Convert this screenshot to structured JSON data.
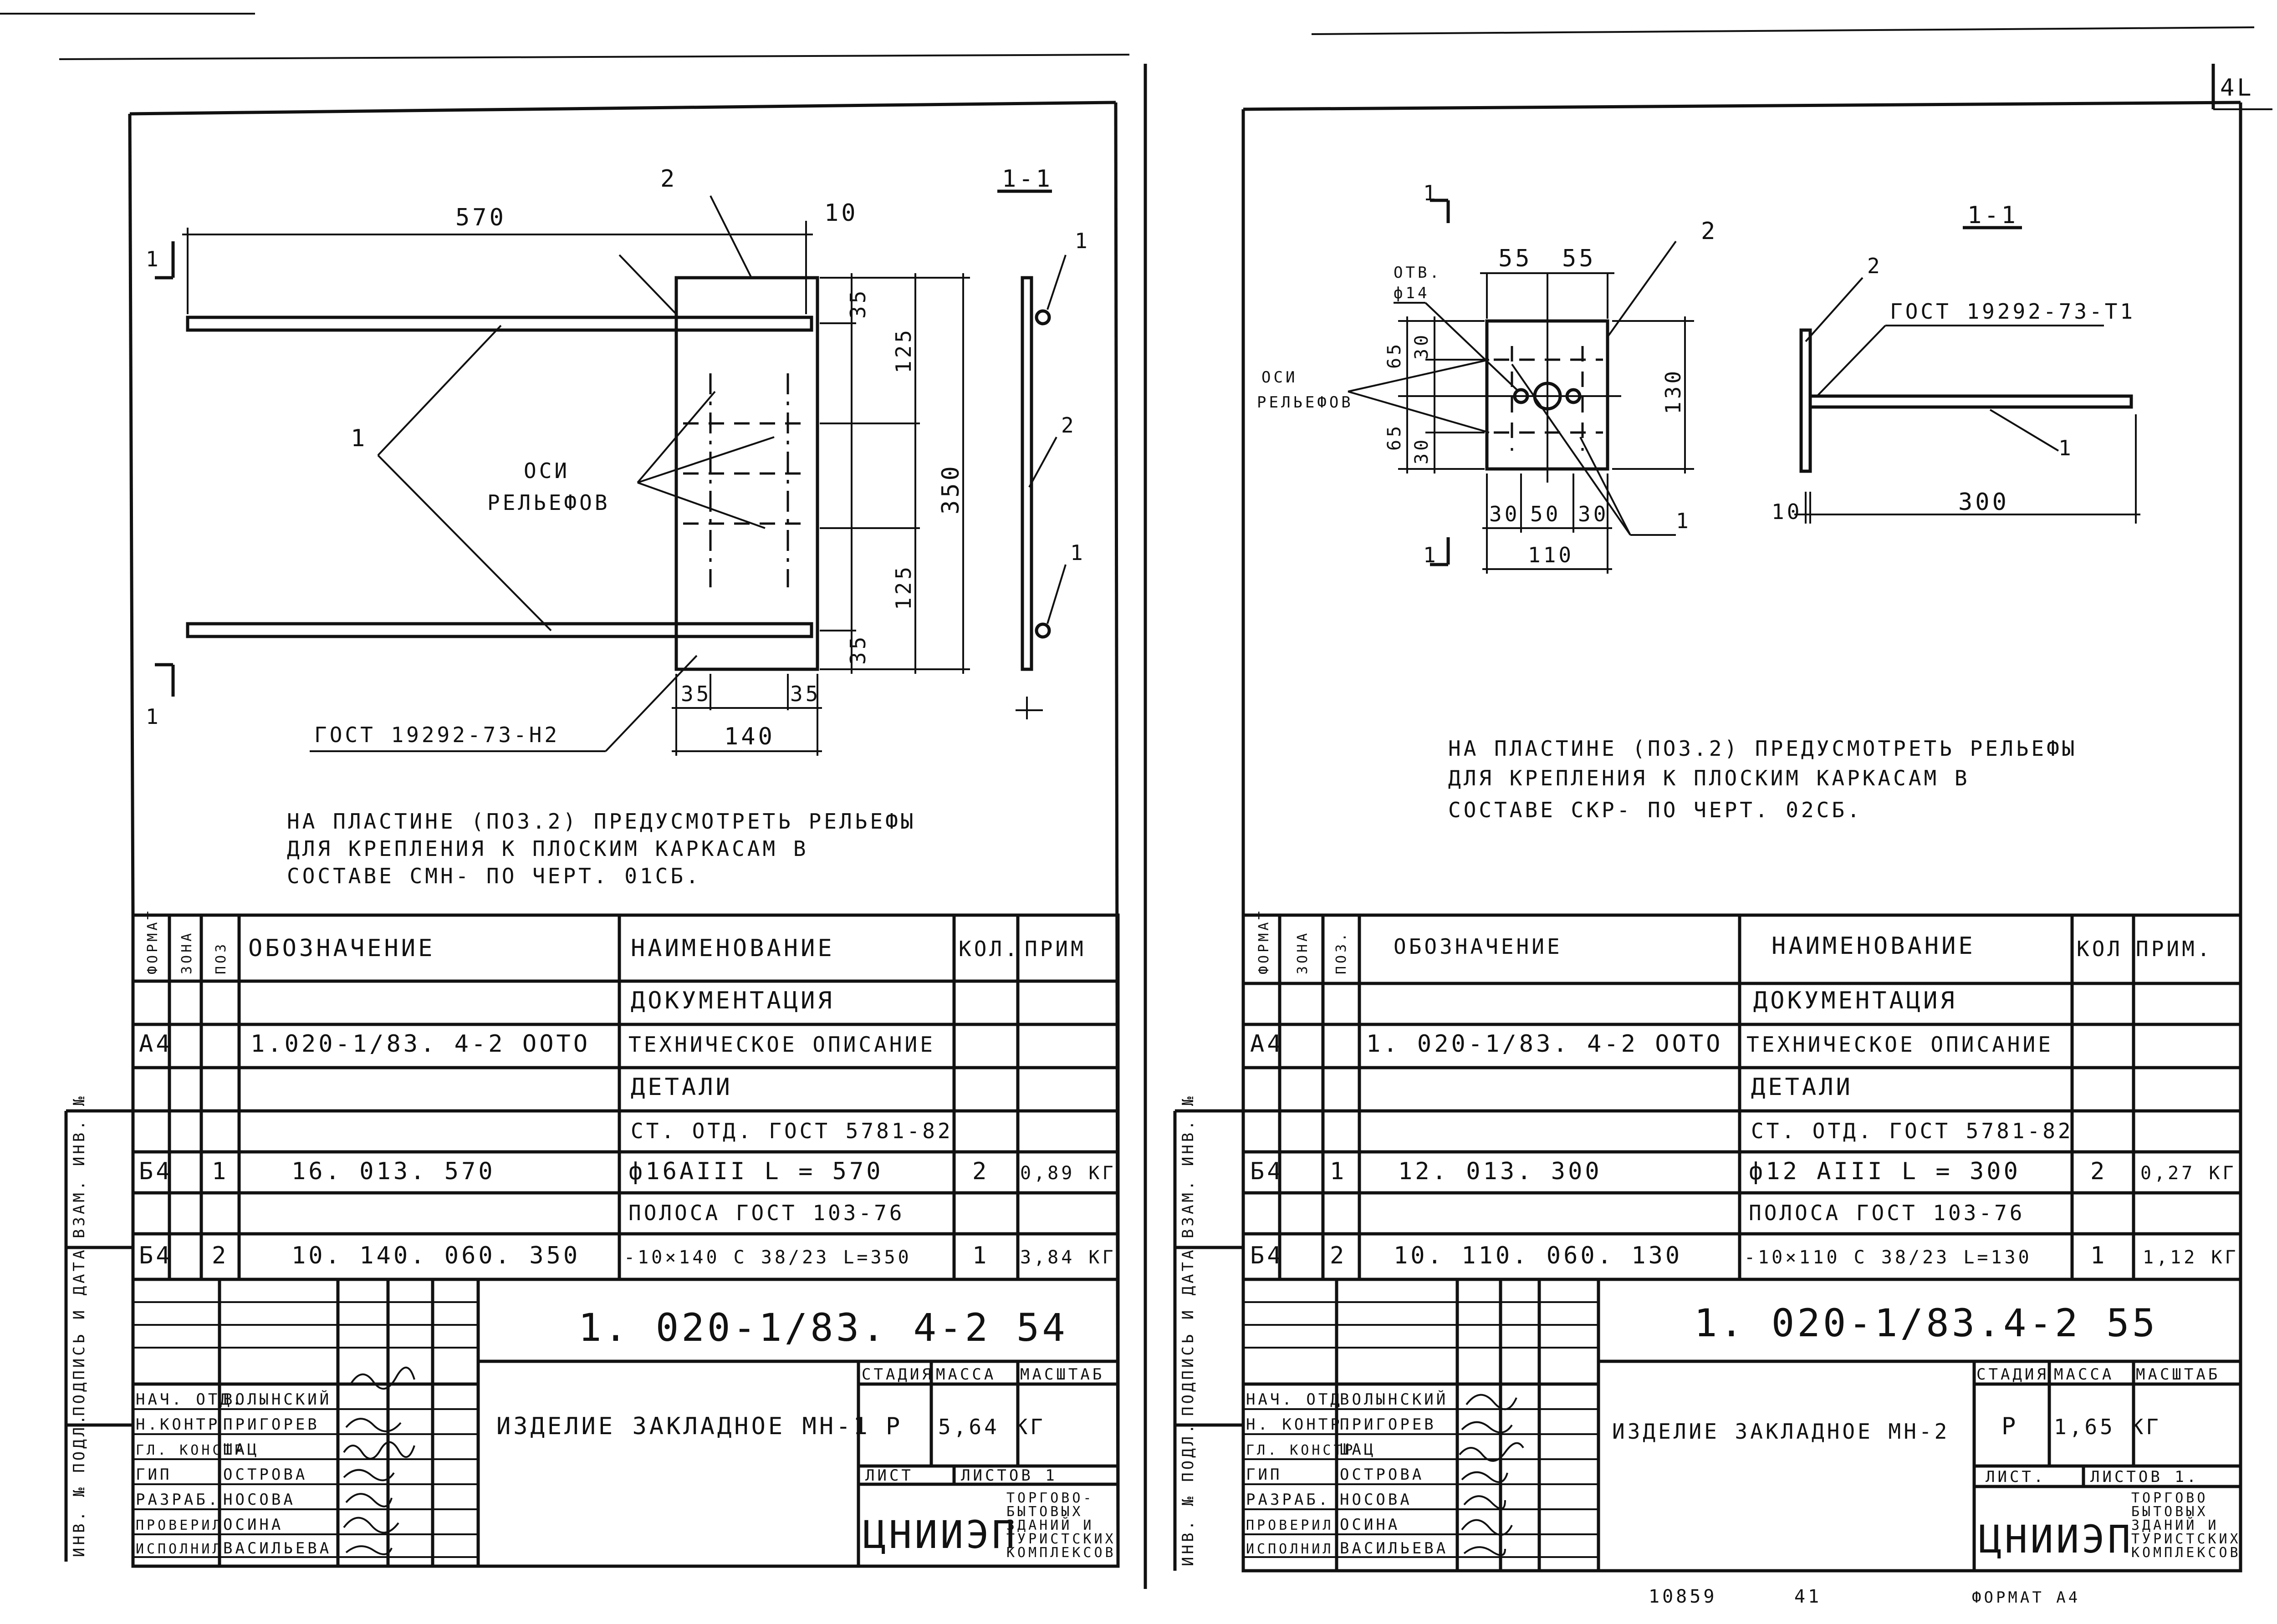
{
  "corner_page_number": "4L",
  "bottom_marks": {
    "archive_number": "10859",
    "page_number": "41",
    "format_label": "ФОРМАТ А4"
  },
  "side_stamp_labels": [
    "ВЗАМ. ИНВ. №",
    "ПОДПИСЬ И ДАТА",
    "ИНВ. № ПОДЛ."
  ],
  "sheet_left": {
    "drawing": {
      "dimensions": {
        "d570": "570",
        "d10": "10",
        "d35a": "35",
        "d125a": "125",
        "d350": "350",
        "d125b": "125",
        "d35b": "35",
        "d35c": "35",
        "d35d": "35",
        "d140": "140"
      },
      "position_labels": {
        "p2_top": "2",
        "p1_left": "1",
        "p1_side_top": "1",
        "p2_side": "2",
        "p1_side_bottom": "1"
      },
      "section_marks": {
        "top": "1",
        "bottom": "1",
        "section_title": "1-1"
      },
      "axes_label": [
        "ОСИ",
        "РЕЛЬЕФОВ"
      ],
      "gost_label": "ГОСТ 19292-73-Н2"
    },
    "note": [
      "НА ПЛАСТИНЕ (ПОЗ.2) ПРЕДУСМОТРЕТЬ РЕЛЬЕФЫ",
      "ДЛЯ КРЕПЛЕНИЯ К ПЛОСКИМ КАРКАСАМ В",
      "СОСТАВЕ СМН- ПО ЧЕРТ. 01СБ."
    ],
    "spec_table": {
      "headers": {
        "format": "ФОРМАТ",
        "zone": "ЗОНА",
        "pos": "ПОЗ",
        "designation": "ОБОЗНАЧЕНИЕ",
        "name": "НАИМЕНОВАНИЕ",
        "qty": "КОЛ.",
        "note": "ПРИМ"
      },
      "rows": [
        {
          "format": "",
          "zone": "",
          "pos": "",
          "designation": "",
          "name": "ДОКУМЕНТАЦИЯ",
          "qty": "",
          "note": ""
        },
        {
          "format": "А4",
          "zone": "",
          "pos": "",
          "designation": "1.020-1/83. 4-2  ООТО",
          "name": "ТЕХНИЧЕСКОЕ ОПИСАНИЕ",
          "qty": "",
          "note": ""
        },
        {
          "format": "",
          "zone": "",
          "pos": "",
          "designation": "",
          "name": "ДЕТАЛИ",
          "qty": "",
          "note": ""
        },
        {
          "format": "",
          "zone": "",
          "pos": "",
          "designation": "",
          "name": "СТ. ОТД. ГОСТ 5781-82",
          "qty": "",
          "note": ""
        },
        {
          "format": "Б4",
          "zone": "",
          "pos": "1",
          "designation": "16. 013. 570",
          "name": "ф16АIII  L = 570",
          "qty": "2",
          "note": "0,89 КГ"
        },
        {
          "format": "",
          "zone": "",
          "pos": "",
          "designation": "",
          "name": "ПОЛОСА ГОСТ 103-76",
          "qty": "",
          "note": ""
        },
        {
          "format": "Б4",
          "zone": "",
          "pos": "2",
          "designation": "10. 140. 060. 350",
          "name": "-10×140 С 38/23 L=350",
          "qty": "1",
          "note": "3,84 КГ"
        }
      ]
    },
    "title_block": {
      "doc_number": "1. 020-1/83. 4-2  54",
      "item_name": "ИЗДЕЛИЕ ЗАКЛАДНОЕ МН-1",
      "stage_label": "СТАДИЯ",
      "mass_label": "МАССА",
      "scale_label": "МАСШТАБ",
      "stage": "Р",
      "mass": "5,64 КГ",
      "sheet_label": "ЛИСТ",
      "sheets_label": "ЛИСТОВ 1",
      "org_logo": "ЦНИИЭП",
      "org_name": [
        "ТОРГОВО-",
        "БЫТОВЫХ",
        "ЗДАНИЙ И",
        "ТУРИСТСКИХ",
        "КОМПЛЕКСОВ"
      ],
      "staff": [
        {
          "role": "НАЧ. ОТД.",
          "name": "ВОЛЫНСКИЙ"
        },
        {
          "role": "Н.КОНТР",
          "name": "ПРИГОРЕВ"
        },
        {
          "role": "ГЛ. КОНСТР",
          "name": "ШАЦ"
        },
        {
          "role": "ГИП",
          "name": "ОСТРОВА"
        },
        {
          "role": "РАЗРАБ.",
          "name": "НОСОВА"
        },
        {
          "role": "ПРОВЕРИЛ",
          "name": "ОСИНА"
        },
        {
          "role": "ИСПОЛНИЛ",
          "name": "ВАСИЛЬЕВА"
        }
      ]
    }
  },
  "sheet_right": {
    "drawing": {
      "dimensions": {
        "d55a": "55",
        "d55b": "55",
        "d30a": "30",
        "d65a": "65",
        "d130": "130",
        "d65b": "65",
        "d30b": "30",
        "d30c": "30",
        "d50": "50",
        "d30d": "30",
        "d110": "110",
        "d10": "10",
        "d300": "300"
      },
      "hole_label": [
        "ОТВ.",
        "ф14"
      ],
      "axes_label": [
        "ОСИ",
        "РЕЛЬЕФОВ"
      ],
      "position_labels": {
        "p2_plate": "2",
        "p1_plate": "1",
        "p2_section": "2",
        "p1_section": "1"
      },
      "section_marks": {
        "top": "1",
        "bottom": "1",
        "section_title": "1-1"
      },
      "gost_label": "ГОСТ 19292-73-Т1"
    },
    "note": [
      "НА ПЛАСТИНЕ (ПОЗ.2) ПРЕДУСМОТРЕТЬ РЕЛЬЕФЫ",
      "ДЛЯ КРЕПЛЕНИЯ К ПЛОСКИМ КАРКАСАМ В",
      "СОСТАВЕ СКР- ПО ЧЕРТ. 02СБ."
    ],
    "spec_table": {
      "headers": {
        "format": "ФОРМАТ",
        "zone": "ЗОНА",
        "pos": "ПОЗ.",
        "designation": "ОБОЗНАЧЕНИЕ",
        "name": "НАИМЕНОВАНИЕ",
        "qty": "КОЛ",
        "note": "ПРИМ."
      },
      "rows": [
        {
          "format": "",
          "zone": "",
          "pos": "",
          "designation": "",
          "name": "ДОКУМЕНТАЦИЯ",
          "qty": "",
          "note": ""
        },
        {
          "format": "А4",
          "zone": "",
          "pos": "",
          "designation": "1. 020-1/83. 4-2  ООТО",
          "name": "ТЕХНИЧЕСКОЕ ОПИСАНИЕ",
          "qty": "",
          "note": ""
        },
        {
          "format": "",
          "zone": "",
          "pos": "",
          "designation": "",
          "name": "ДЕТАЛИ",
          "qty": "",
          "note": ""
        },
        {
          "format": "",
          "zone": "",
          "pos": "",
          "designation": "",
          "name": "СТ. ОТД. ГОСТ 5781-82",
          "qty": "",
          "note": ""
        },
        {
          "format": "Б4",
          "zone": "",
          "pos": "1",
          "designation": "12. 013. 300",
          "name": "ф12 АIII  L = 300",
          "qty": "2",
          "note": "0,27 КГ"
        },
        {
          "format": "",
          "zone": "",
          "pos": "",
          "designation": "",
          "name": "ПОЛОСА ГОСТ 103-76",
          "qty": "",
          "note": ""
        },
        {
          "format": "Б4",
          "zone": "",
          "pos": "2",
          "designation": "10. 110. 060. 130",
          "name": "-10×110 С 38/23 L=130",
          "qty": "1",
          "note": "1,12 КГ"
        }
      ]
    },
    "title_block": {
      "doc_number": "1. 020-1/83.4-2  55",
      "item_name": "ИЗДЕЛИЕ ЗАКЛАДНОЕ МН-2",
      "stage_label": "СТАДИЯ",
      "mass_label": "МАССА",
      "scale_label": "МАСШТАБ",
      "stage": "Р",
      "mass": "1,65 КГ",
      "sheet_label": "ЛИСТ.",
      "sheets_label": "ЛИСТОВ 1.",
      "org_logo": "ЦНИИЭП",
      "org_name": [
        "ТОРГОВО",
        "БЫТОВЫХ",
        "ЗДАНИЙ И",
        "ТУРИСТСКИХ",
        "КОМПЛЕКСОВ"
      ],
      "staff": [
        {
          "role": "НАЧ. ОТД",
          "name": "ВОЛЫНСКИЙ"
        },
        {
          "role": "Н. КОНТР.",
          "name": "ПРИГОРЕВ"
        },
        {
          "role": "ГЛ. КОНСТР",
          "name": "ШАЦ"
        },
        {
          "role": "ГИП",
          "name": "ОСТРОВА"
        },
        {
          "role": "РАЗРАБ.",
          "name": "НОСОВА"
        },
        {
          "role": "ПРОВЕРИЛ",
          "name": "ОСИНА"
        },
        {
          "role": "ИСПОЛНИЛ",
          "name": "ВАСИЛЬЕВА"
        }
      ]
    }
  }
}
